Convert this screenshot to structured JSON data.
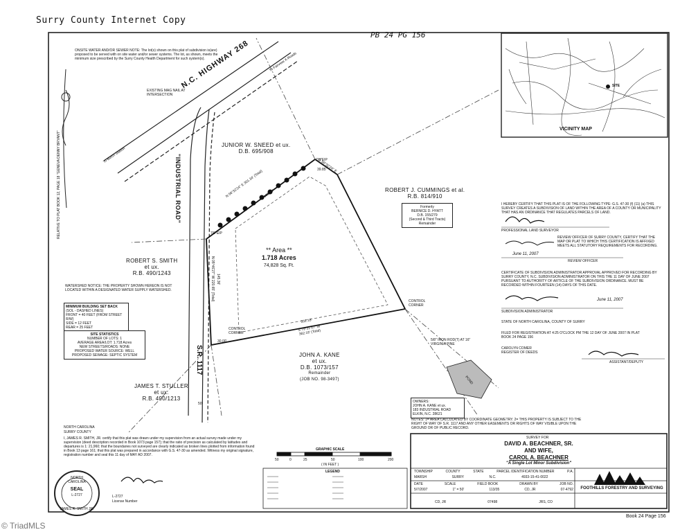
{
  "header": {
    "title": "Surry County Internet Copy",
    "plat_ref": "PB 24  PG 156"
  },
  "roads": {
    "highway": "N.C. HIGHWAY 268",
    "to_fairview": "To Fairview X-Roads",
    "to_burch": "To Burch Station",
    "industrial": "\"INDUSTRIAL ROAD\"",
    "sr": "S.R. 1117",
    "rw_label": "R/W"
  },
  "notes": {
    "onsite": "ONSITE WATER AND/OR SEWER NOTE: The lot(s) shown on this plat of subdivision is(are) proposed to be served with on site water and/or sewer systems. The lot, as shown, meets the minimum size prescribed by the Surry County Health Department for such system(s).",
    "watershed": "WATERSHED NOTICE: THE PROPERTY SHOWN HEREON IS NOT LOCATED WITHIN A DESIGNATED WATER SUPPLY WATERSHED.",
    "relative": "RELATIVE TO PLAT BOOK 12, PAGE 18 \"GENEVA DENNY BRYANT\"",
    "existing_nail": "EXISTING MAG NAIL AT INTERSECTION",
    "bottom_notes": "NOTES: 1= AREA CALCULATED BY COORDINATE GEOMETRY. 2= THIS PROPERTY IS SUBJECT TO THE RIGHT OF WAY OF S.R. 1117 AND ANY OTHER EASEMENTS OR RIGHTS OF WAY VISIBLE UPON THE GROUND OR OF PUBLIC RECORD."
  },
  "setback": {
    "title": "MINIMUM BUILDING SET BACK",
    "sub": "(SOL - DASHED LINES)",
    "front": "FRONT = 40 FEET (FROM STREET R/W)",
    "side": "SIDE = 12 FEET",
    "rear": "REAR = 25 FEET"
  },
  "site_stats": {
    "title": "SITE STATISTICS",
    "lines": [
      "NUMBER OF LOTS: 1",
      "AVERAGE AREA/LOT: 1.718 Acres",
      "NEW STREETS/ROADS: NONE",
      "PROPOSED WATER SOURCE: WELL",
      "PROPOSED SEWAGE: SEPTIC SYSTEM"
    ]
  },
  "owners": {
    "sneed": {
      "name": "JUNIOR W. SNEED et ux.",
      "db": "D.B. 695/908"
    },
    "cummings": {
      "name": "ROBERT J. CUMMINGS et al.",
      "db": "R.B. 814/910"
    },
    "hyatt": {
      "formerly": "Formerly",
      "name": "BERNICE D. HYATT",
      "db": "D.B. 155/279",
      "note": "(Second & Third Tracts)",
      "rem": "Remainder"
    },
    "smith": {
      "name": "ROBERT S. SMITH",
      "etux": "et ux.",
      "db": "R.B. 490/1243"
    },
    "kane": {
      "name": "JOHN A. KANE",
      "etux": "et ux.",
      "db": "D.B. 1073/157",
      "rem": "Remainder",
      "job": "(JOB NO. 98-3497)"
    },
    "stuller": {
      "name": "JAMES T. STULLER",
      "etux": "et ux.",
      "db": "R.B. 490/1213"
    }
  },
  "area": {
    "title": "** Area **",
    "acres": "1.718 Acres",
    "sqft": "74,828 Sq. Ft."
  },
  "bearings": {
    "b1": "N 58°32'24\" E",
    "b2": "301.34' (Total)",
    "b3": "199.85'",
    "b4": "S 58°32'24\" E",
    "b5": "39.85'",
    "b6": "S 79°31'57\" W",
    "b7": "362.18' (Total)",
    "b8": "332.18'",
    "b9": "30.00'",
    "b10": "145.36'",
    "b11": "220.65' (Total)",
    "b12": "N 05°46'27\" W"
  },
  "markers": {
    "control_corner": "CONTROL CORNER",
    "iron_root": "5/8\" IRON ROD(T) AT 16\" VIRGINIA PINE",
    "pond": "POND",
    "pipe": "7/8\"EIP",
    "sr_width": "50'"
  },
  "owners_box": {
    "title": "OWNERS:",
    "name": "JOHN A. KANE et ux.",
    "addr1": "183 INDUSTRIAL ROAD",
    "addr2": "ELKIN, N.C. 28621"
  },
  "vicinity": {
    "title": "VICINITY MAP",
    "site": "SITE"
  },
  "certs": {
    "c1": "I HEREBY CERTIFY THAT THIS PLAT IS OF THE FOLLOWING TYPE: G.S. 47-30 (f) (11) (a) THIS SURVEY CREATES A SUBDIVISION OF LAND WITHIN THE AREA OF A COUNTY OR MUNICIPALITY THAT HAS AN ORDINANCE THAT REGULATES PARCELS OF LAND.",
    "c1_role": "PROFESSIONAL LAND SURVEYOR",
    "c2": "REVIEW OFFICER OF SURRY COUNTY, CERTIFY THAT THE MAP OR PLAT TO WHICH THIS CERTIFICATION IS AFFIXED MEETS ALL STATUTORY REQUIREMENTS FOR RECORDING.",
    "c2_date": "June 11, 2007",
    "c2_role": "REVIEW OFFICER",
    "c3": "CERTIFICATE OF SUBDIVISION ADMINISTRATOR APPROVAL APPROVED FOR RECORDING BY SURRY COUNTY, N.C. SUBDIVISION ADMINISTRATOR ON THIS THE 11 DAY OF JUNE 2007 PURSUANT TO AUTHORITY OF ARTICLE OF THE SUBDIVISION ORDINANCE. MUST BE RECORDED WITHIN FOURTEEN (14) DAYS OF THIS DATE.",
    "c3_date": "June 11, 2007",
    "c3_role": "SUBDIVISION ADMINISTRATOR",
    "c4": "STATE OF NORTH CAROLINA, COUNTY OF SURRY",
    "c4b": "FILED FOR REGISTRATION AT 4:25 O'CLOCK PM THE 12 DAY OF JUNE 2007 IN PLAT BOOK 24 PAGE 156",
    "c4_name": "CAROLYN COMER",
    "c4_role": "REGISTER OF DEEDS",
    "c4_asst": "ASSISTANT/DEPUTY"
  },
  "surveyor_cert": {
    "state": "NORTH CAROLINA",
    "county": "SURRY COUNTY",
    "text": "I, JAMES R. SMITH, JR. certify that this plat was drawn under my supervision from an actual survey made under my supervision (deed description recorded in Book 1073 page 157); that the ratio of precision as calculated by latitudes and departures is 1: 21,960; that the boundaries not surveyed are clearly indicated as broken lines plotted from information found in Book 13 page 161; that this plat was prepared in accordance with G.S. 47-30 as amended. Witness my original signature, registration number and seal this 11 day of MAY AD 2007.",
    "license": "L-2727",
    "role": "License Number"
  },
  "seal": {
    "top": "NORTH CAROLINA",
    "mid": "SEAL",
    "num": "L-2727",
    "bottom": "JAMES R. SMITH JR."
  },
  "graphic_scale": {
    "title": "GRAPHIC SCALE",
    "ticks": [
      "50",
      "0",
      "25",
      "50",
      "100",
      "200"
    ],
    "unit": "( IN FEET )",
    "legend": "LEGEND"
  },
  "title_block": {
    "surveyed_for": "SURVEY FOR",
    "name1": "DAVID A. BEACHNER, SR.",
    "and": "AND WIFE,",
    "name2": "CAROL A. BEACHNER",
    "sub": "\"A Single Lot Minor Subdivision\"",
    "cols": [
      "TOWNSHIP",
      "COUNTY",
      "STATE",
      "PARCEL IDENTIFICATION NUMBER",
      "P.A."
    ],
    "vals": [
      "MARSH",
      "SURRY",
      "N.C.",
      "4933-15-41-0022",
      ""
    ],
    "cols2": [
      "DATE",
      "SCALE",
      "FIELD BOOK",
      "DRAWN BY",
      "JOB NO."
    ],
    "vals2": [
      "5/7/2007",
      "1\" = 50'",
      "113/35",
      "CD, JR",
      "07-4792"
    ],
    "company": "FOOTHILLS FORESTRY AND SURVEYING",
    "footer": [
      "CD, JR",
      "07498",
      "JRS, CO"
    ]
  },
  "footer": {
    "watermark": "© TriadMLS",
    "book_page": "Book 24 Page 156"
  }
}
